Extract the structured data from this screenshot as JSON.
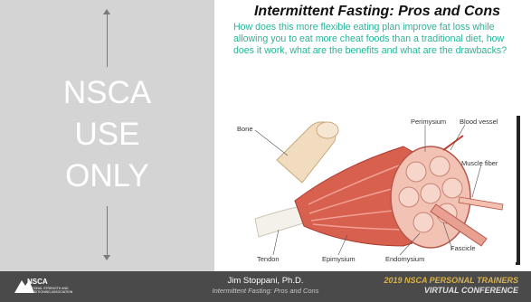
{
  "left_panel": {
    "watermark": [
      "NSCA",
      "USE",
      "ONLY"
    ]
  },
  "slide": {
    "title": "Intermittent Fasting: Pros and Cons",
    "description": "How does this more flexible eating plan improve fat loss while allowing you to eat more cheat foods than a traditional diet, how does it work, what are the benefits and what are the drawbacks?"
  },
  "figure": {
    "labels": {
      "bone": "Bone",
      "perimysium": "Perimysium",
      "blood_vessel": "Blood vessel",
      "muscle_fiber": "Muscle fiber",
      "tendon": "Tendon",
      "epimysium": "Epimysium",
      "endomysium": "Endomysium",
      "fascicle": "Fascicle"
    }
  },
  "footer": {
    "logo_name": "NSCA",
    "logo_sub": "NATIONAL STRENGTH AND CONDITIONING ASSOCIATION",
    "presenter": "Jim Stoppani, Ph.D.",
    "talk": "Intermittent Fasting: Pros and Cons",
    "conference_line1": "2019 NSCA PERSONAL TRAINERS",
    "conference_line2": "VIRTUAL CONFERENCE"
  },
  "colors": {
    "description_text": "#2ab39a",
    "footer_bg": "#4a4a4a",
    "left_panel_bg": "#d4d4d4",
    "conference_gold": "#d8b24a"
  }
}
